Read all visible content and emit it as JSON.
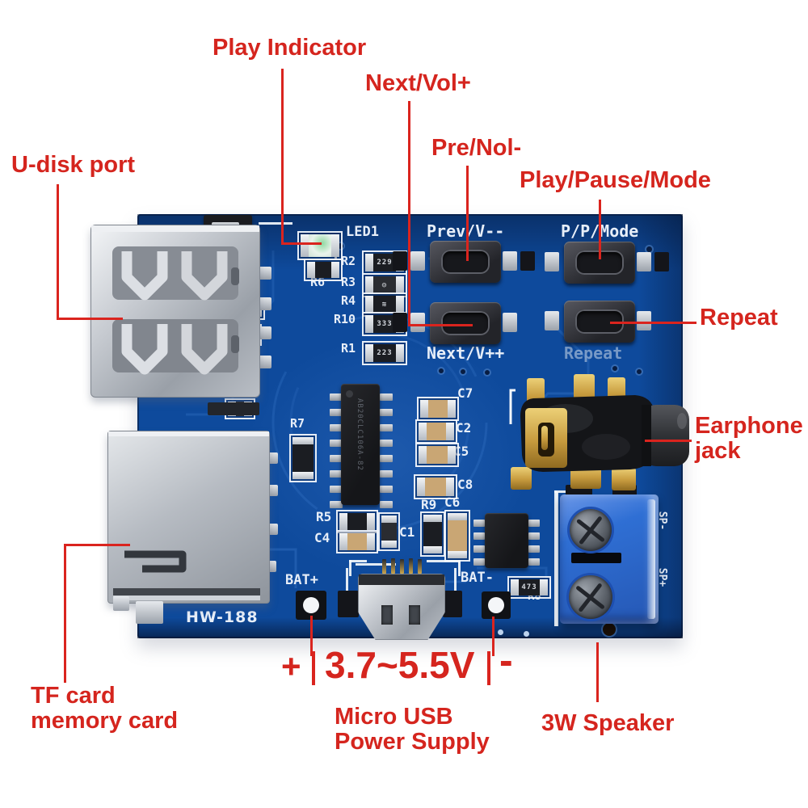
{
  "image_type": "annotated product photo of an MP3 decoder audio module PCB",
  "colors": {
    "background": "#ffffff",
    "annotation_red": "#d5251e",
    "board_blue": "#0e4a9c",
    "trace_blue": "#2d6bbd",
    "terminal_blue": "#2f6fd4",
    "silkscreen_white": "#e7eef8"
  },
  "callouts": {
    "play_indicator": "Play Indicator",
    "next_vol": "Next/Vol+",
    "pre_nol": "Pre/Nol-",
    "play_pause_mode": "Play/Pause/Mode",
    "u_disk_port": "U-disk port",
    "repeat": "Repeat",
    "earphone_jack": [
      "Earphone",
      "jack"
    ],
    "tf_card": [
      "TF card",
      "memory card"
    ],
    "micro_usb": [
      "Micro USB",
      "Power Supply"
    ],
    "speaker_3w": "3W Speaker",
    "power": {
      "plus": "+",
      "range": "3.7~5.5V",
      "minus": "-"
    }
  },
  "silkscreen": {
    "model": "HW-188",
    "led": "LED1",
    "buttons": {
      "prev": "Prev/V--",
      "play": "P/P/Mode",
      "next": "Next/V++",
      "repeat": "Repeat"
    },
    "pads": {
      "bat_plus": "BAT+",
      "bat_minus": "BAT-",
      "sp_minus": "SP-",
      "sp_plus": "SP+"
    },
    "refs": {
      "r1": "R1",
      "r2": "R2",
      "r3": "R3",
      "r4": "R4",
      "r5": "R5",
      "r6": "R6",
      "r7": "R7",
      "r8": "R8",
      "r9": "R9",
      "r10": "R10",
      "c1": "C1",
      "c2": "C2",
      "c4": "C4",
      "c5": "C5",
      "c6": "C6",
      "c7": "C7",
      "c8": "C8"
    },
    "component_values": {
      "r2": "229",
      "r10": "333",
      "r1": "223",
      "r8": "473"
    },
    "chip_marking": "AB20CLC106A-82"
  }
}
